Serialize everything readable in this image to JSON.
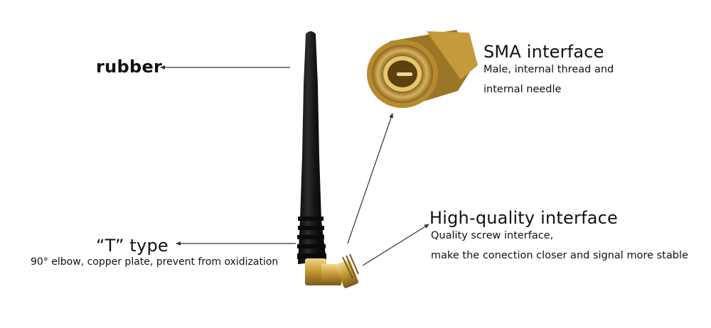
{
  "labels": {
    "rubber": {
      "title": "rubber"
    },
    "sma": {
      "title": "SMA  interface",
      "line1": "Male, internal thread and",
      "line2": "internal needle"
    },
    "high_quality": {
      "title": "High-quality interface",
      "line1": "Quality screw interface,",
      "line2": "make the conection closer and signal more stable"
    },
    "t_type": {
      "title": "“T” type",
      "line1": "90° elbow, copper plate, prevent from oxidization"
    }
  },
  "colors": {
    "rubber": "#161616",
    "brass": "#c9a23e",
    "brass_dark": "#7a5a18",
    "brass_light": "#f3dc8a",
    "arrow": "#333333"
  }
}
